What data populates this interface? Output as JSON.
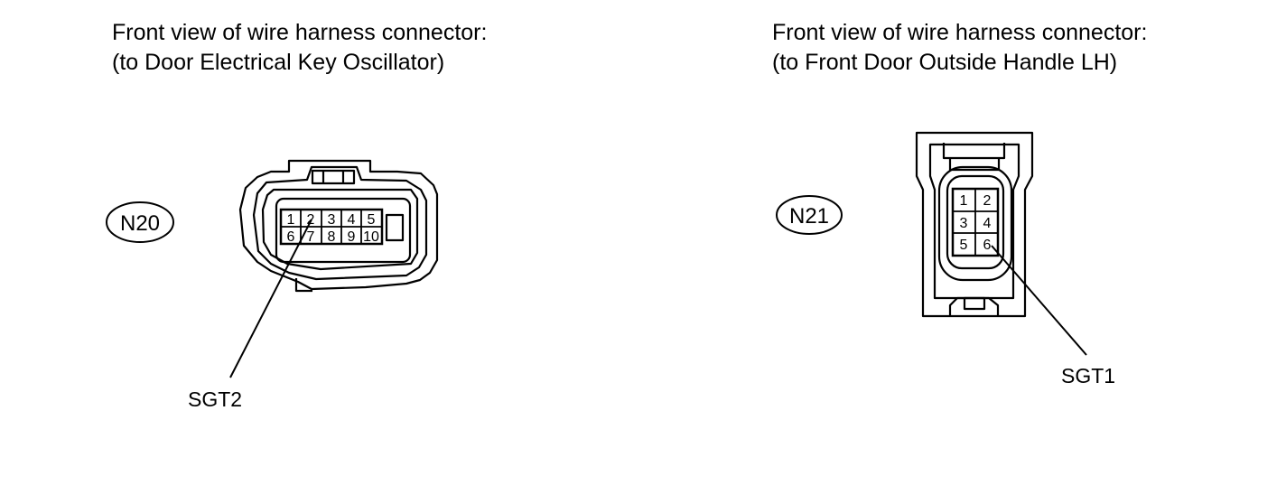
{
  "left": {
    "title_line1": "Front view of wire harness connector:",
    "title_line2": "(to Door Electrical Key Oscillator)",
    "connector_code": "N20",
    "pins": [
      "1",
      "2",
      "3",
      "4",
      "5",
      "6",
      "7",
      "8",
      "9",
      "10"
    ],
    "signal_label": "SGT2"
  },
  "right": {
    "title_line1": "Front view of wire harness connector:",
    "title_line2": "(to Front Door Outside Handle LH)",
    "connector_code": "N21",
    "pins": [
      "1",
      "2",
      "3",
      "4",
      "5",
      "6"
    ],
    "signal_label": "SGT1"
  }
}
